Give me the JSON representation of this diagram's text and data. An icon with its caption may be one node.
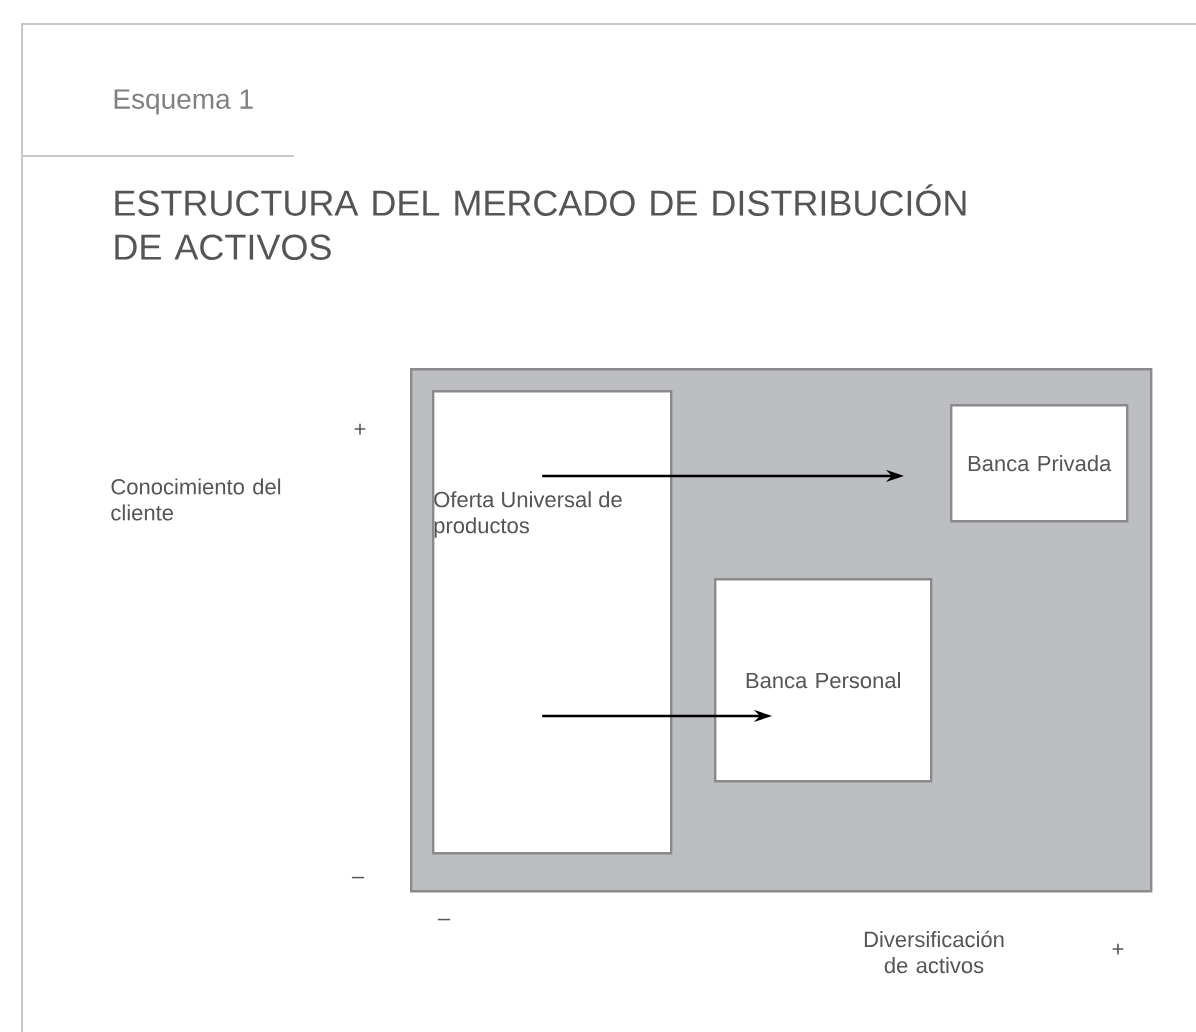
{
  "diagram": {
    "title": "ESTRUCTURA DEL MERCADO DE DISTRIBUCIÓN DE ACTIVOS",
    "nodes": [
      {
        "text": [],
        "shape": "box"
      },
      {
        "text": [
          "Oferta Universal de productos"
        ],
        "in": 0
      },
      {
        "text": [
          "Banca Privada"
        ],
        "in": 0
      },
      {
        "text": [
          "Banca Personal"
        ],
        "in": 0
      }
    ],
    "edges": [
      {
        "from": 1,
        "to": 2,
        "arrow": "to"
      },
      {
        "from": 1,
        "to": 3,
        "arrow": "to"
      }
    ],
    "labels": [
      "Esquema 1",
      "+",
      "Conocimiento del cliente",
      "–",
      "–",
      "Diversificación de activos",
      "+"
    ]
  }
}
